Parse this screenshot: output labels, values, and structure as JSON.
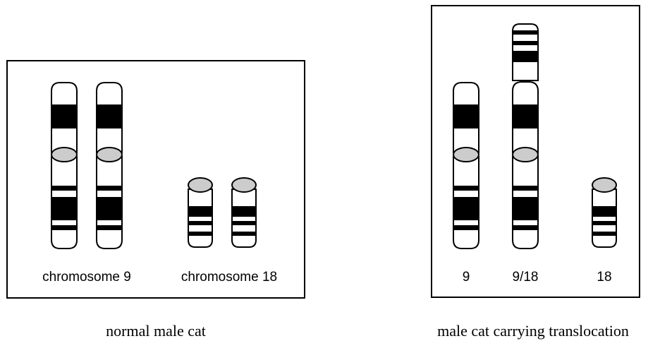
{
  "panels": [
    {
      "caption": "normal male cat",
      "labels": [
        "chromosome 9",
        "chromosome 18"
      ]
    },
    {
      "caption": "male cat carrying translocation",
      "labels": [
        "9",
        "9/18",
        "18"
      ]
    }
  ],
  "colors": {
    "outline": "#000000",
    "band": "#000000",
    "centromere": "#cccccc",
    "background": "#ffffff"
  }
}
